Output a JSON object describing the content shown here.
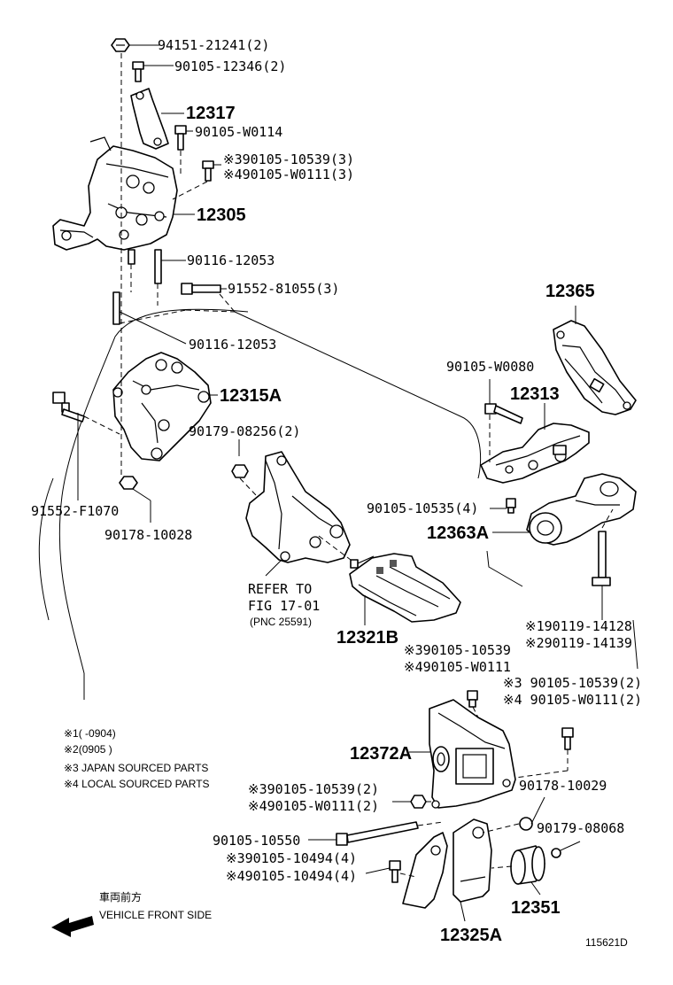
{
  "labels": {
    "l_94151_21241": "94151-21241(2)",
    "l_90105_12346": "90105-12346(2)",
    "l_12317": "12317",
    "l_90105_w0114": "90105-W0114",
    "l_m3_90105_10539_3": "※390105-10539(3)",
    "l_m4_90105_w0111_3": "※490105-W0111(3)",
    "l_12305": "12305",
    "l_90116_12053_a": "90116-12053",
    "l_91552_81055": "91552-81055(3)",
    "l_90116_12053_b": "90116-12053",
    "l_12315a": "12315A",
    "l_90179_08256": "90179-08256(2)",
    "l_91552_f1070": "91552-F1070",
    "l_90178_10028": "90178-10028",
    "l_12365": "12365",
    "l_90105_w0080": "90105-W0080",
    "l_12313": "12313",
    "l_90105_10535": "90105-10535(4)",
    "l_12363a": "12363A",
    "l_refer_1": "REFER TO",
    "l_refer_2": "FIG 17-01",
    "l_refer_3": "(PNC 25591)",
    "l_12321b": "12321B",
    "l_m1_90119_14128": "※190119-14128",
    "l_m2_90119_14139": "※290119-14139",
    "l_m3_90105_10539": "※390105-10539",
    "l_m4_90105_w0111": "※490105-W0111",
    "l_m3_90105_10539_2r": "※3 90105-10539(2)",
    "l_m4_90105_w0111_2r": "※4 90105-W0111(2)",
    "l_12372a": "12372A",
    "l_90178_10029": "90178-10029",
    "l_m3_90105_10539_2l": "※390105-10539(2)",
    "l_m4_90105_w0111_2l": "※490105-W0111(2)",
    "l_90105_10550": "90105-10550",
    "l_90179_08068": "90179-08068",
    "l_m3_90105_10494": "※390105-10494(4)",
    "l_m4_90105_10494": "※490105-10494(4)",
    "l_12351": "12351",
    "l_12325a": "12325A",
    "l_115621d": "115621D"
  },
  "legend": {
    "n1": "※1(      -0904)",
    "n2": "※2(0905        )",
    "n3": "※3 JAPAN SOURCED PARTS",
    "n4": "※4 LOCAL SOURCED PARTS"
  },
  "direction": {
    "jp": "車両前方",
    "en": "VEHICLE FRONT SIDE"
  }
}
